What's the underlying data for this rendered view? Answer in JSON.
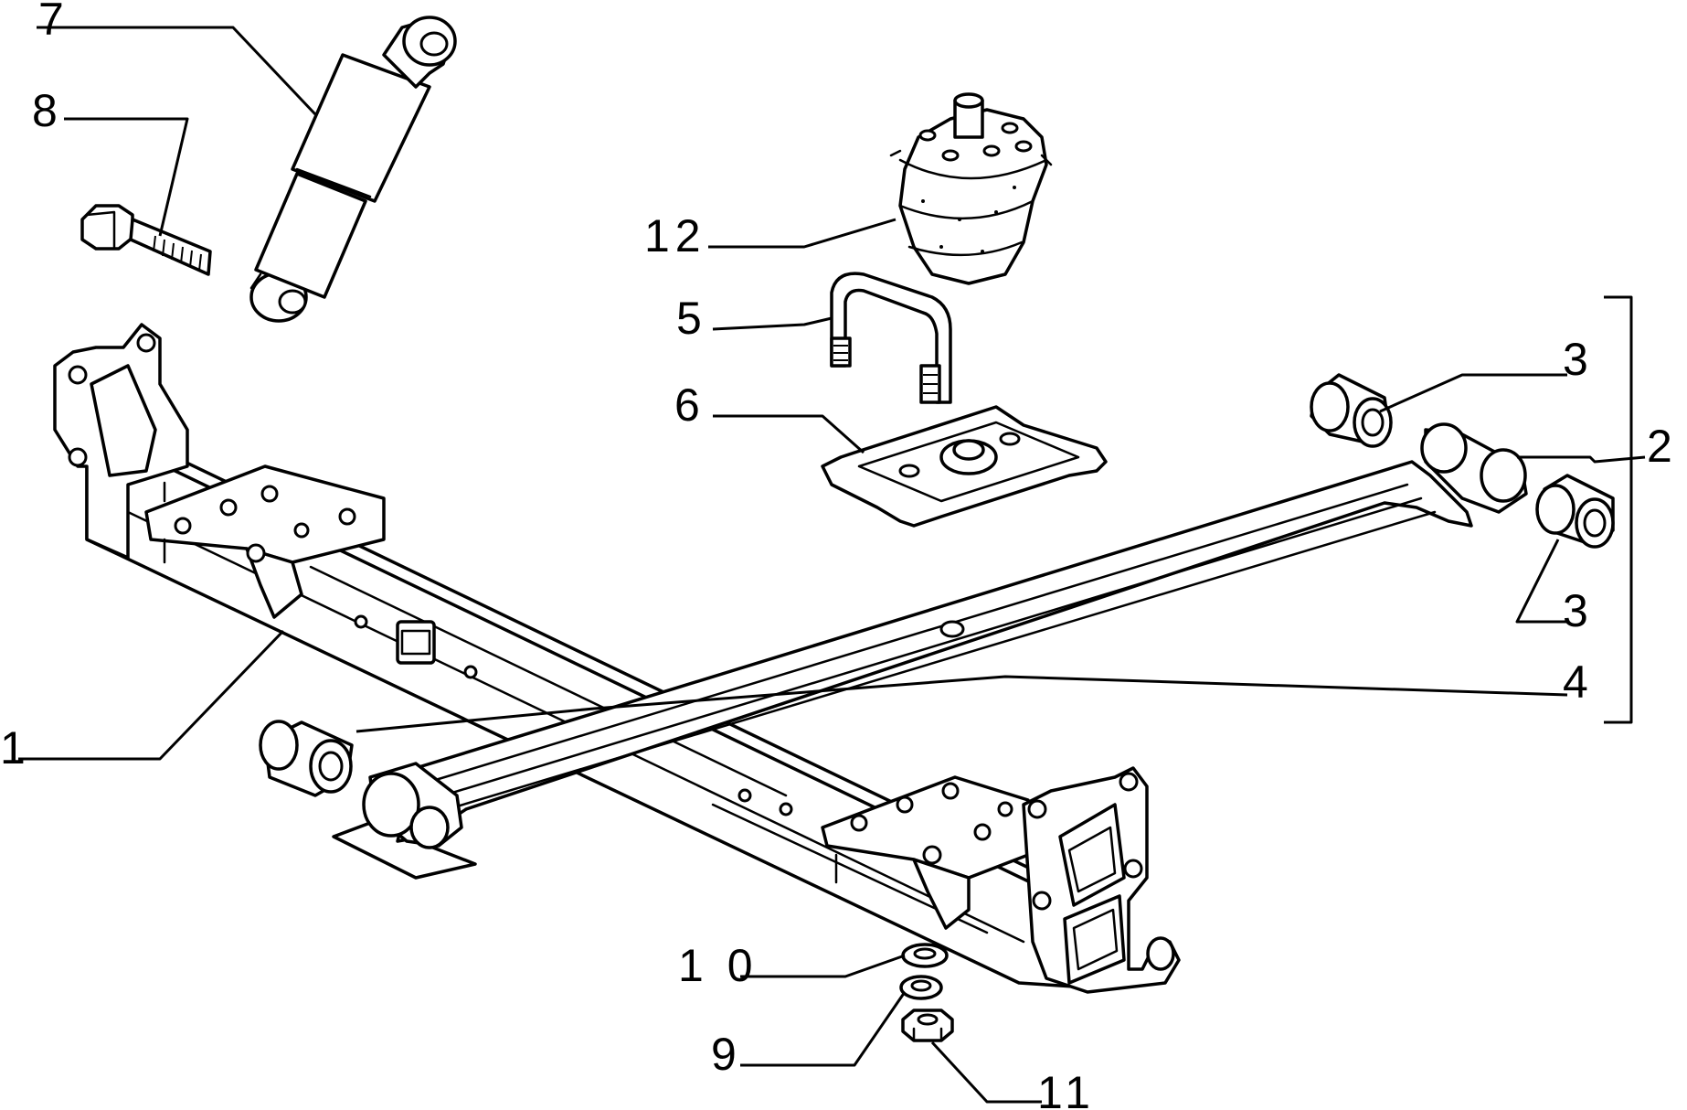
{
  "callouts": [
    {
      "id": "1",
      "label": "1"
    },
    {
      "id": "2",
      "label": "2"
    },
    {
      "id": "3a",
      "label": "3"
    },
    {
      "id": "3b",
      "label": "3"
    },
    {
      "id": "4",
      "label": "4"
    },
    {
      "id": "5",
      "label": "5"
    },
    {
      "id": "6",
      "label": "6"
    },
    {
      "id": "7",
      "label": "7"
    },
    {
      "id": "8",
      "label": "8"
    },
    {
      "id": "9",
      "label": "9"
    },
    {
      "id": "10",
      "label": "1 0"
    },
    {
      "id": "11",
      "label": "11"
    },
    {
      "id": "12",
      "label": "12"
    }
  ],
  "colors": {
    "line": "#000000",
    "background": "#ffffff"
  }
}
